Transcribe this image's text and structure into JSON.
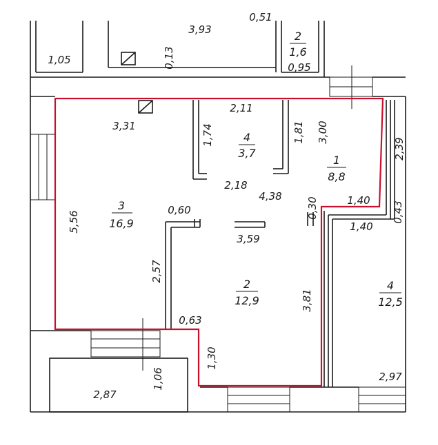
{
  "rooms": [
    {
      "id": "3",
      "area": "16,9"
    },
    {
      "id": "4",
      "area": "3,7"
    },
    {
      "id": "1",
      "area": "8,8"
    },
    {
      "id": "2",
      "area": "12,9"
    },
    {
      "id": "4",
      "area": "12,5"
    },
    {
      "id": "2",
      "area": "1,6"
    }
  ],
  "dimensions": [
    "3,93",
    "0,51",
    "1,05",
    "0,13",
    "0,95",
    "2,11",
    "3,31",
    "1,74",
    "1,81",
    "3,00",
    "2,39",
    "2,18",
    "4,38",
    "0,30",
    "1,40",
    "0,43",
    "1,40",
    "5,56",
    "0,60",
    "3,59",
    "2,57",
    "3,81",
    "0,63",
    "1,30",
    "2,97",
    "2,87",
    "1,06"
  ],
  "colors": {
    "outline": "#c8102e",
    "walls": "#1a1a1a"
  }
}
